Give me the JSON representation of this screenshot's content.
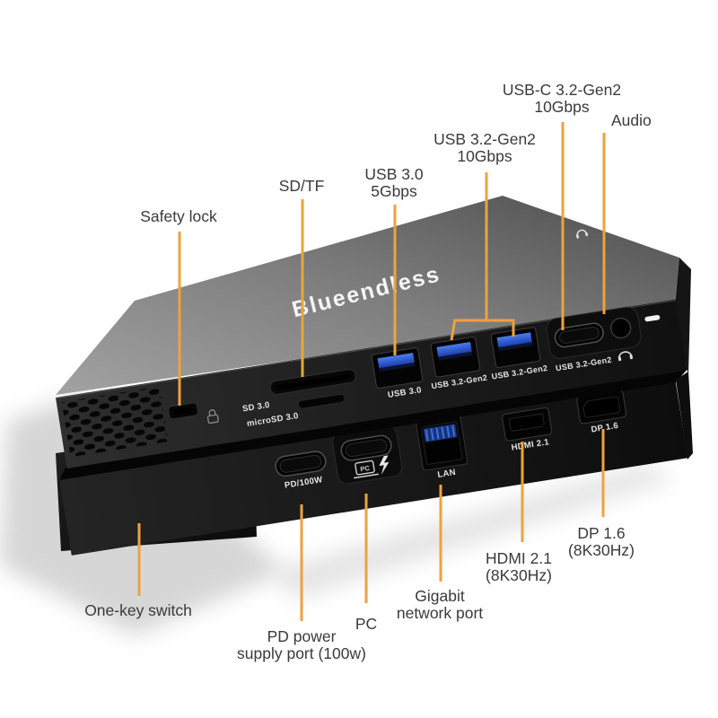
{
  "device": {
    "brand": "Blueendless",
    "port_labels": {
      "sd": "SD 3.0",
      "microsd": "microSD 3.0",
      "usb30": "USB 3.0",
      "usba1": "USB 3.2-Gen2",
      "usba2": "USB 3.2-Gen2",
      "usbc": "USB 3.2-Gen2",
      "pd": "PD/100W",
      "pc": "PC",
      "lan": "LAN",
      "hdmi": "HDMI 2.1",
      "dp": "DP 1.6"
    }
  },
  "callouts": {
    "usb_c": {
      "line1": "USB-C 3.2-Gen2",
      "line2": "10Gbps"
    },
    "audio": {
      "line1": "Audio"
    },
    "usb_32": {
      "line1": "USB 3.2-Gen2",
      "line2": "10Gbps"
    },
    "usb_30": {
      "line1": "USB 3.0",
      "line2": "5Gbps"
    },
    "sd_tf": {
      "line1": "SD/TF"
    },
    "safety_lock": {
      "line1": "Safety lock"
    },
    "one_key": {
      "line1": "One-key switch"
    },
    "pd": {
      "line1": "PD power",
      "line2": "supply port (100w)"
    },
    "pc": {
      "line1": "PC"
    },
    "gigabit": {
      "line1": "Gigabit",
      "line2": "network port"
    },
    "hdmi": {
      "line1": "HDMI 2.1",
      "line2": "(8K30Hz)"
    },
    "dp": {
      "line1": "DP 1.6",
      "line2": "(8K30Hz)"
    }
  },
  "colors": {
    "callout_line": "#EFA23C",
    "annotation_text": "#3A3A3A",
    "port_blue": "#2F62E0",
    "brand_text": "#F5F5F5",
    "led": "#FFFFFF",
    "body_dark": "#1A1A1A",
    "top_face_gray": "#8A8A8A"
  }
}
